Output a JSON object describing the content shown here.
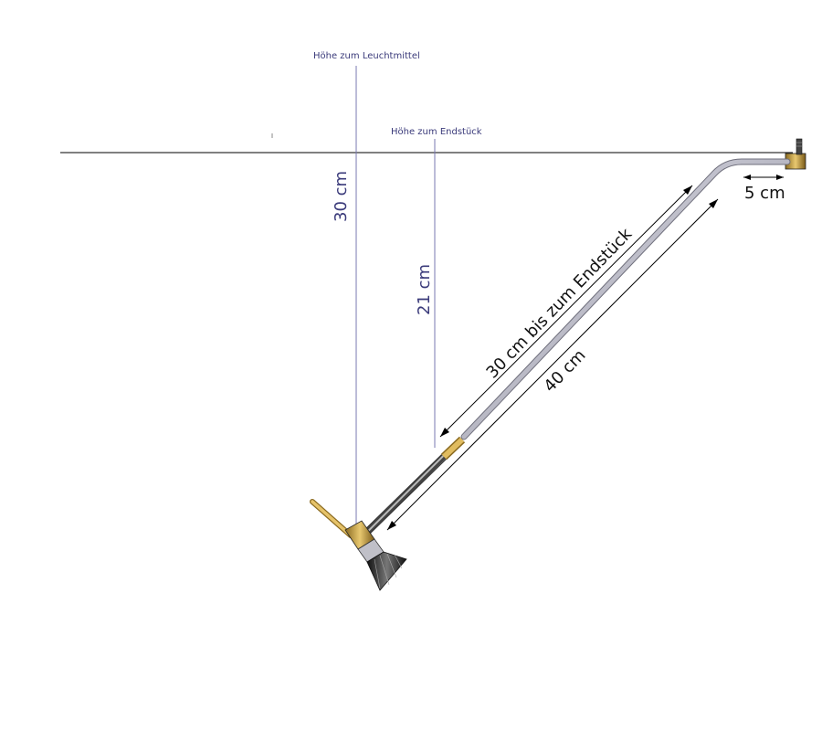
{
  "labels": {
    "height_to_bulb": "Höhe zum Leuchtmittel",
    "height_to_endpiece": "Höhe zum Endstück",
    "dim_30": "30 cm",
    "dim_21": "21 cm",
    "dim_5": "5 cm",
    "dim_30_to_endpiece": "30 cm bis zum Endstück",
    "dim_40": "40 cm"
  },
  "colors": {
    "guide_line": "#7a7ab0",
    "label_blue": "#3a3a7a",
    "ceiling_line": "#000000",
    "tube": "#c8c8d2",
    "brass": "#d8b45c",
    "shade": "#333333"
  }
}
